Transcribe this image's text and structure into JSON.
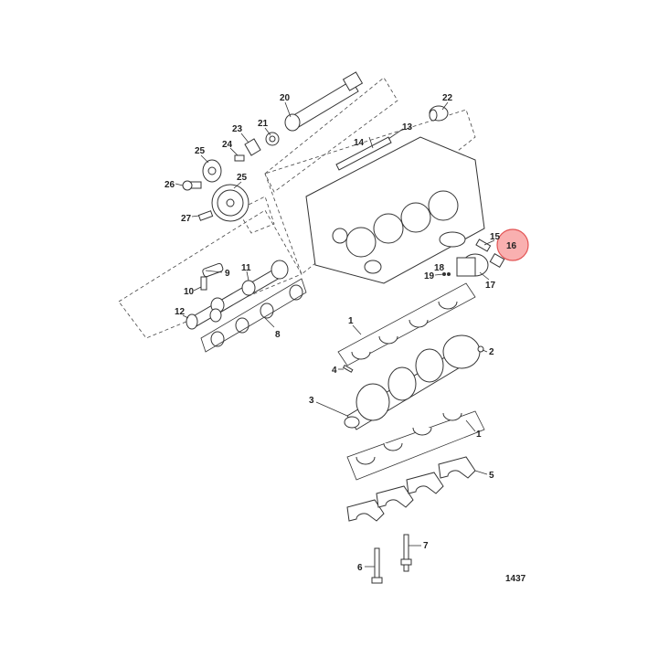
{
  "diagram": {
    "figure_number": "1437",
    "highlight_color": "#f08080",
    "highlighted_callout": "16",
    "callouts": {
      "c20": "20",
      "c22": "22",
      "c23": "23",
      "c21": "21",
      "c13": "13",
      "c14": "14",
      "c25a": "25",
      "c24": "24",
      "c26": "26",
      "c25b": "25",
      "c27": "27",
      "c15": "15",
      "c16": "16",
      "c18": "18",
      "c19": "19",
      "c17": "17",
      "c11": "11",
      "c9": "9",
      "c10": "10",
      "c12": "12",
      "c8": "8",
      "c1a": "1",
      "c2": "2",
      "c4": "4",
      "c3": "3",
      "c1b": "1",
      "c5": "5",
      "c7": "7",
      "c6": "6"
    }
  }
}
